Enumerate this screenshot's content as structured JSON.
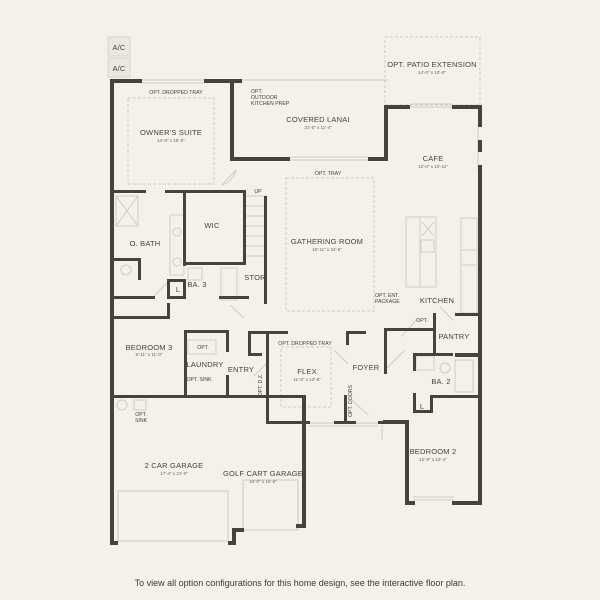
{
  "ac_units": [
    "A/C",
    "A/C"
  ],
  "rooms": {
    "owners_suite": {
      "name": "OWNER'S SUITE",
      "dim": "14'-0\" x 15'-0\"",
      "note": "OPT. DROPPED TRAY"
    },
    "covered_lanai": {
      "name": "COVERED LANAI",
      "dim": "22'-0\" x 11'-4\"",
      "note": "OPT. OUTDOOR KITCHEN PREP"
    },
    "patio_extension": {
      "name": "OPT. PATIO EXTENSION",
      "dim": "14'-0\" x 10'-0\""
    },
    "cafe": {
      "name": "CAFE",
      "dim": "12'-0\" x 10'-11\""
    },
    "gathering_room": {
      "name": "GATHERING ROOM",
      "dim": "16'-11\" x 24'-5\"",
      "note": "OPT. TRAY"
    },
    "kitchen": {
      "name": "KITCHEN"
    },
    "wic": {
      "name": "WIC"
    },
    "o_bath": {
      "name": "O. BATH"
    },
    "ba3": {
      "name": "BA. 3"
    },
    "stor": {
      "name": "STOR"
    },
    "up": {
      "name": "UP"
    },
    "bedroom3": {
      "name": "BEDROOM 3",
      "dim": "9'-11\" x 11'-0\""
    },
    "laundry": {
      "name": "LAUNDRY",
      "note_top": "OPT.",
      "note_bottom": "OPT. SINK"
    },
    "entry": {
      "name": "ENTRY"
    },
    "opt_dz": {
      "name": "OPT. D.Z."
    },
    "flex": {
      "name": "FLEX",
      "dim": "11'-0\" x 13'-8\"",
      "note": "OPT. DROPPED TRAY"
    },
    "foyer": {
      "name": "FOYER"
    },
    "opt_doors": {
      "name": "OPT. DOORS"
    },
    "opt_ent_package": {
      "line1": "OPT. ENT.",
      "line2": "PACKAGE"
    },
    "kitchen_opt": {
      "name": "OPT."
    },
    "pantry": {
      "name": "PANTRY"
    },
    "ba2": {
      "name": "BA. 2"
    },
    "linen_ba2": {
      "name": "L"
    },
    "linen_ba3": {
      "name": "L"
    },
    "bedroom2": {
      "name": "BEDROOM 2",
      "dim": "12'-8\" x 12'-4\""
    },
    "garage_sink": {
      "line1": "OPT.",
      "line2": "SINK"
    },
    "two_car_garage": {
      "name": "2 CAR GARAGE",
      "dim": "17'-4\" x 21'-0\""
    },
    "golf_cart_garage": {
      "name": "GOLF CART GARAGE",
      "dim": "10'-0\" x 15'-6\""
    }
  },
  "footer": "To view all option configurations for this home design, see the interactive floor plan."
}
